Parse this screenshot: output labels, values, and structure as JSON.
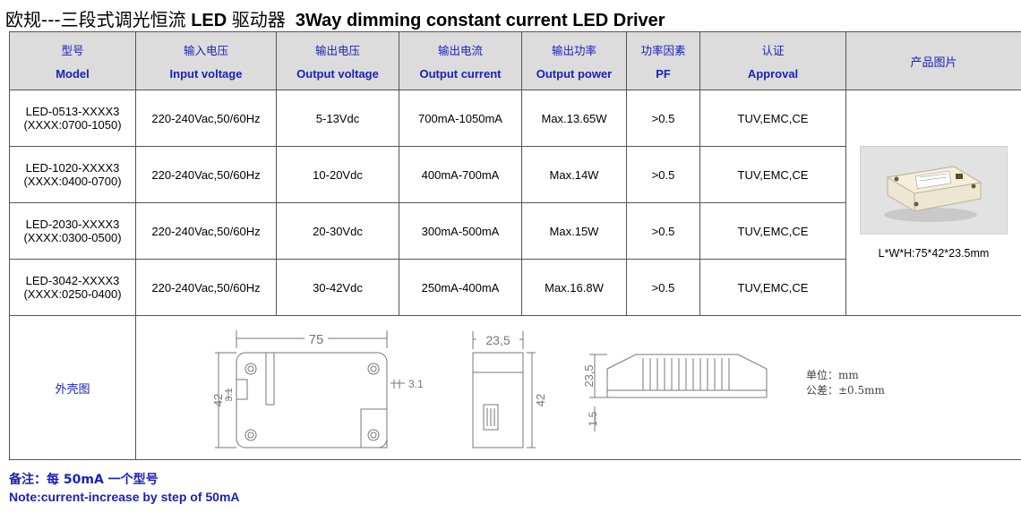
{
  "title": {
    "cn": "欧规---三段式调光恒流",
    "mid": " LED ",
    "cn2": "驱动器",
    "en": "  3Way dimming constant current LED Driver"
  },
  "headers": [
    {
      "cn": "型号",
      "en": "Model"
    },
    {
      "cn": "输入电压",
      "en": "Input voltage"
    },
    {
      "cn": "输出电压",
      "en": "Output voltage"
    },
    {
      "cn": "输出电流",
      "en": "Output current"
    },
    {
      "cn": "输出功率",
      "en": "Output power"
    },
    {
      "cn": "功率因素",
      "en": "PF"
    },
    {
      "cn": "认证",
      "en": "Approval"
    }
  ],
  "photo_header": "产品图片",
  "rows": [
    {
      "model": "LED-0513-XXXX3",
      "model_range": "(XXXX:0700-1050)",
      "input": "220-240Vac,50/60Hz",
      "output_v": "5-13Vdc",
      "output_i": "700mA-1050mA",
      "power": "Max.13.65W",
      "pf": ">0.5",
      "approval": "TUV,EMC,CE"
    },
    {
      "model": "LED-1020-XXXX3",
      "model_range": "(XXXX:0400-0700)",
      "input": "220-240Vac,50/60Hz",
      "output_v": "10-20Vdc",
      "output_i": "400mA-700mA",
      "power": "Max.14W",
      "pf": ">0.5",
      "approval": "TUV,EMC,CE"
    },
    {
      "model": "LED-2030-XXXX3",
      "model_range": "(XXXX:0300-0500)",
      "input": "220-240Vac,50/60Hz",
      "output_v": "20-30Vdc",
      "output_i": "300mA-500mA",
      "power": "Max.15W",
      "pf": ">0.5",
      "approval": "TUV,EMC,CE"
    },
    {
      "model": "LED-3042-XXXX3",
      "model_range": "(XXXX:0250-0400)",
      "input": "220-240Vac,50/60Hz",
      "output_v": "30-42Vdc",
      "output_i": "250mA-400mA",
      "power": "Max.16.8W",
      "pf": ">0.5",
      "approval": "TUV,EMC,CE"
    }
  ],
  "photo_dimensions": "L*W*H:75*42*23.5mm",
  "outline_label": "外壳图",
  "drawing": {
    "length": "75",
    "width": "42",
    "hole_offset": "3.1",
    "hole_dia": "3.1",
    "depth": "23,5",
    "height": "23,5",
    "base": "1.5",
    "unit_label": "单位：mm",
    "tolerance_label": "公差：±0.5mm"
  },
  "notes": {
    "cn": "备注：每 50mA 一个型号",
    "en": "Note:current-increase by step of 50mA"
  }
}
